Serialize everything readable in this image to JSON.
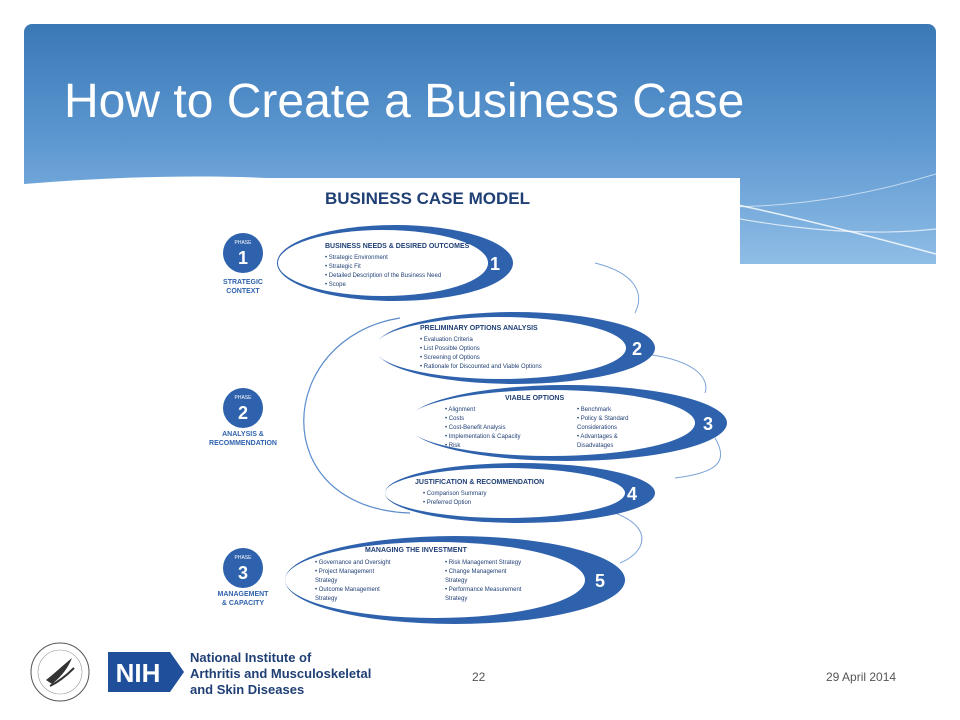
{
  "slide": {
    "title": "How to Create a Business Case",
    "page_number": "22",
    "date": "29 April 2014"
  },
  "diagram": {
    "heading": "BUSINESS CASE MODEL",
    "phase_badge_word": "PHASE",
    "phases": [
      {
        "number": "1",
        "lines": [
          "STRATEGIC",
          "CONTEXT"
        ]
      },
      {
        "number": "2",
        "lines": [
          "ANALYSIS &",
          "RECOMMENDATION"
        ]
      },
      {
        "number": "3",
        "lines": [
          "MANAGEMENT",
          "& CAPACITY"
        ]
      }
    ],
    "steps": [
      {
        "number": "1",
        "title": "BUSINESS NEEDS & DESIRED OUTCOMES",
        "items": [
          "• Strategic Environment",
          "• Strategic Fit",
          "• Detailed Description of the Business Need",
          "• Scope"
        ]
      },
      {
        "number": "2",
        "title": "PRELIMINARY OPTIONS ANALYSIS",
        "items": [
          "• Evaluation Criteria",
          "• List Possible Options",
          "• Screening of Options",
          "• Rationale for Discounted and Viable Options"
        ]
      },
      {
        "number": "3",
        "title": "VIABLE OPTIONS",
        "items_left": [
          "• Alignment",
          "• Costs",
          "• Cost-Benefit Analysis",
          "• Implementation & Capacity",
          "• Risk"
        ],
        "items_right": [
          "• Benchmark",
          "• Policy & Standard",
          "  Considerations",
          "• Advantages &",
          "  Disadvatages"
        ]
      },
      {
        "number": "4",
        "title": "JUSTIFICATION & RECOMMENDATION",
        "items": [
          "• Comparison Summary",
          "• Preferred Option"
        ]
      },
      {
        "number": "5",
        "title": "MANAGING THE INVESTMENT",
        "items_left": [
          "• Governance and Oversight",
          "• Project Management",
          "  Strategy",
          "• Outcome Management",
          "  Strategy"
        ],
        "items_right": [
          "• Risk Management Strategy",
          "• Change Management",
          "  Strategy",
          "• Performance Measurement",
          "  Strategy"
        ]
      }
    ]
  },
  "footer": {
    "nih_abbrev": "NIH",
    "org_lines": [
      "National Institute of",
      "Arthritis and Musculoskeletal",
      "and Skin Diseases"
    ]
  },
  "colors": {
    "header_blue": "#3a78b5",
    "diagram_blue": "#2f62ad",
    "text_navy": "#1f3f75"
  }
}
